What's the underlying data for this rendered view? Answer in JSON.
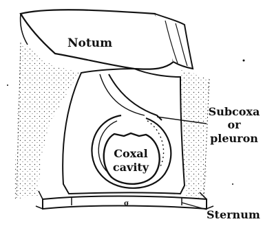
{
  "diagram": {
    "labels": {
      "notum": "Notum",
      "subcoxa_line1": "Subcoxa",
      "subcoxa_line2": "or",
      "subcoxa_line3": "pleuron",
      "coxal_line1": "Coxal",
      "coxal_line2": "cavity",
      "sternum": "Sternum",
      "sternum_mark": "σ"
    },
    "colors": {
      "ink": "#111111",
      "paper": "#ffffff",
      "stipple": "#444444"
    }
  }
}
